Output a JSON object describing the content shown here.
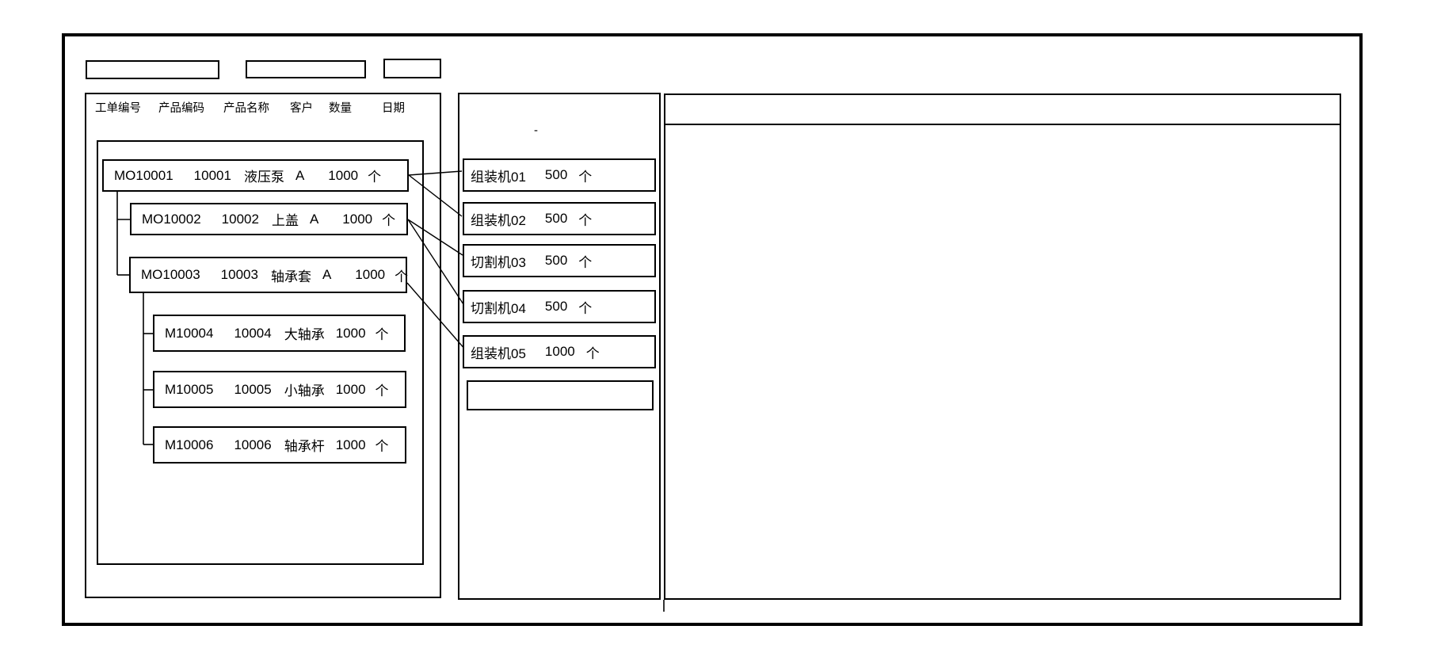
{
  "window": {
    "style": "wireframe",
    "line_color": "#000000",
    "background": "#ffffff",
    "toolbar": {
      "field1_value": "",
      "field2_value": "",
      "close_mark": "X-crossed-box"
    }
  },
  "left_panel": {
    "columns": [
      "工单编号",
      "产品编码",
      "产品名称",
      "客户",
      "数量",
      "日期"
    ],
    "orders": [
      {
        "order_no": "MO10001",
        "product_code": "10001",
        "product_name": "液压泵",
        "customer": "A",
        "qty": "1000",
        "unit": "个",
        "level": 0
      },
      {
        "order_no": "MO10002",
        "product_code": "10002",
        "product_name": "上盖",
        "customer": "A",
        "qty": "1000",
        "unit": "个",
        "level": 1
      },
      {
        "order_no": "MO10003",
        "product_code": "10003",
        "product_name": "轴承套",
        "customer": "A",
        "qty": "1000",
        "unit": "个",
        "level": 1
      },
      {
        "order_no": "M10004",
        "product_code": "10004",
        "product_name": "大轴承",
        "qty": "1000",
        "unit": "个",
        "level": 2
      },
      {
        "order_no": "M10005",
        "product_code": "10005",
        "product_name": "小轴承",
        "qty": "1000",
        "unit": "个",
        "level": 2
      },
      {
        "order_no": "M10006",
        "product_code": "10006",
        "product_name": "轴承杆",
        "qty": "1000",
        "unit": "个",
        "level": 2
      }
    ]
  },
  "middle_panel": {
    "dot_mark": "-",
    "machines": [
      {
        "name": "组装机01",
        "qty": "500",
        "unit": "个"
      },
      {
        "name": "组装机02",
        "qty": "500",
        "unit": "个"
      },
      {
        "name": "切割机03",
        "qty": "500",
        "unit": "个"
      },
      {
        "name": "切割机04",
        "qty": "500",
        "unit": "个"
      },
      {
        "name": "组装机05",
        "qty": "1000",
        "unit": "个"
      }
    ],
    "empty_slot": ""
  },
  "right_panel": {
    "content": ""
  }
}
